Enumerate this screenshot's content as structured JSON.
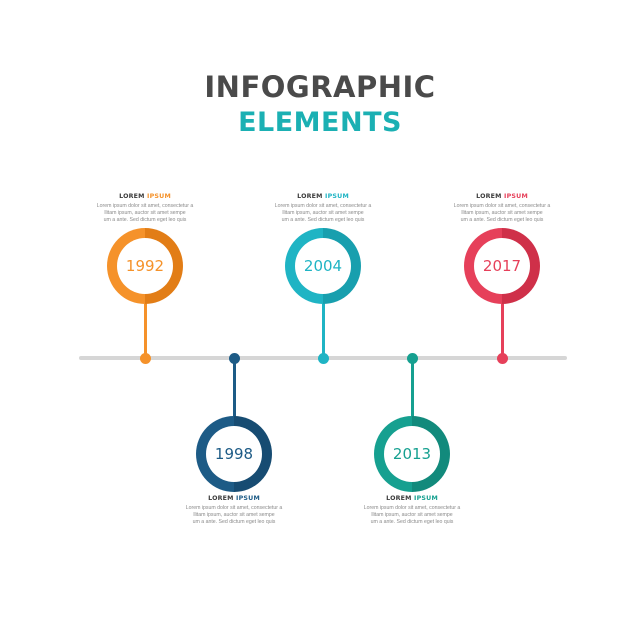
{
  "title": {
    "line1": "INFOGRAPHIC",
    "line2": "ELEMENTS"
  },
  "milestones": [
    {
      "year": "1992",
      "heading_word1": "LOREM",
      "heading_word2": "IPSUM",
      "body_lines": [
        "Lorem ipsum dolor sit amet, consectetur a",
        "llitam ipsum, auctor sit amet sempe",
        "um a ante. Sed dictum eget leo quis"
      ],
      "color": "#f5922a",
      "color_dark": "#e27d16"
    },
    {
      "year": "1998",
      "heading_word1": "LOREM",
      "heading_word2": "IPSUM",
      "body_lines": [
        "Lorem ipsum dolor sit amet, consectetur a",
        "llitam ipsum, auctor sit amet sempe",
        "um a ante. Sed dictum eget leo quis"
      ],
      "color": "#1d5b86",
      "color_dark": "#174c72"
    },
    {
      "year": "2004",
      "heading_word1": "LOREM",
      "heading_word2": "IPSUM",
      "body_lines": [
        "Lorem ipsum dolor sit amet, consectetur a",
        "llitam ipsum, auctor sit amet sempe",
        "um a ante. Sed dictum eget leo quis"
      ],
      "color": "#1fb4c4",
      "color_dark": "#189fae"
    },
    {
      "year": "2013",
      "heading_word1": "LOREM",
      "heading_word2": "IPSUM",
      "body_lines": [
        "Lorem ipsum dolor sit amet, consectetur a",
        "llitam ipsum, auctor sit amet sempe",
        "um a ante. Sed dictum eget leo quis"
      ],
      "color": "#16a090",
      "color_dark": "#128a7c"
    },
    {
      "year": "2017",
      "heading_word1": "LOREM",
      "heading_word2": "IPSUM",
      "body_lines": [
        "Lorem ipsum dolor sit amet, consectetur a",
        "llitam ipsum, auctor sit amet sempe",
        "um a ante. Sed dictum eget leo quis"
      ],
      "color": "#e6405a",
      "color_dark": "#cf3049"
    }
  ]
}
